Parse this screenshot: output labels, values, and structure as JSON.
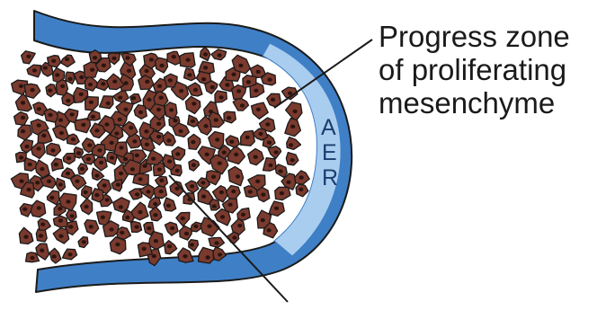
{
  "callout": {
    "lines": [
      "Progress zone",
      "of proliferating",
      "mesenchyme"
    ]
  },
  "ectoderm_label": {
    "letters": [
      "A",
      "E",
      "R"
    ]
  },
  "colors": {
    "ectoderm_blue": "#3f7fc6",
    "aer_light_blue": "#a9cdef",
    "cell_fill": "#7a3a2e",
    "cell_nucleus": "#2a1410",
    "outline": "#1a1a1a"
  }
}
